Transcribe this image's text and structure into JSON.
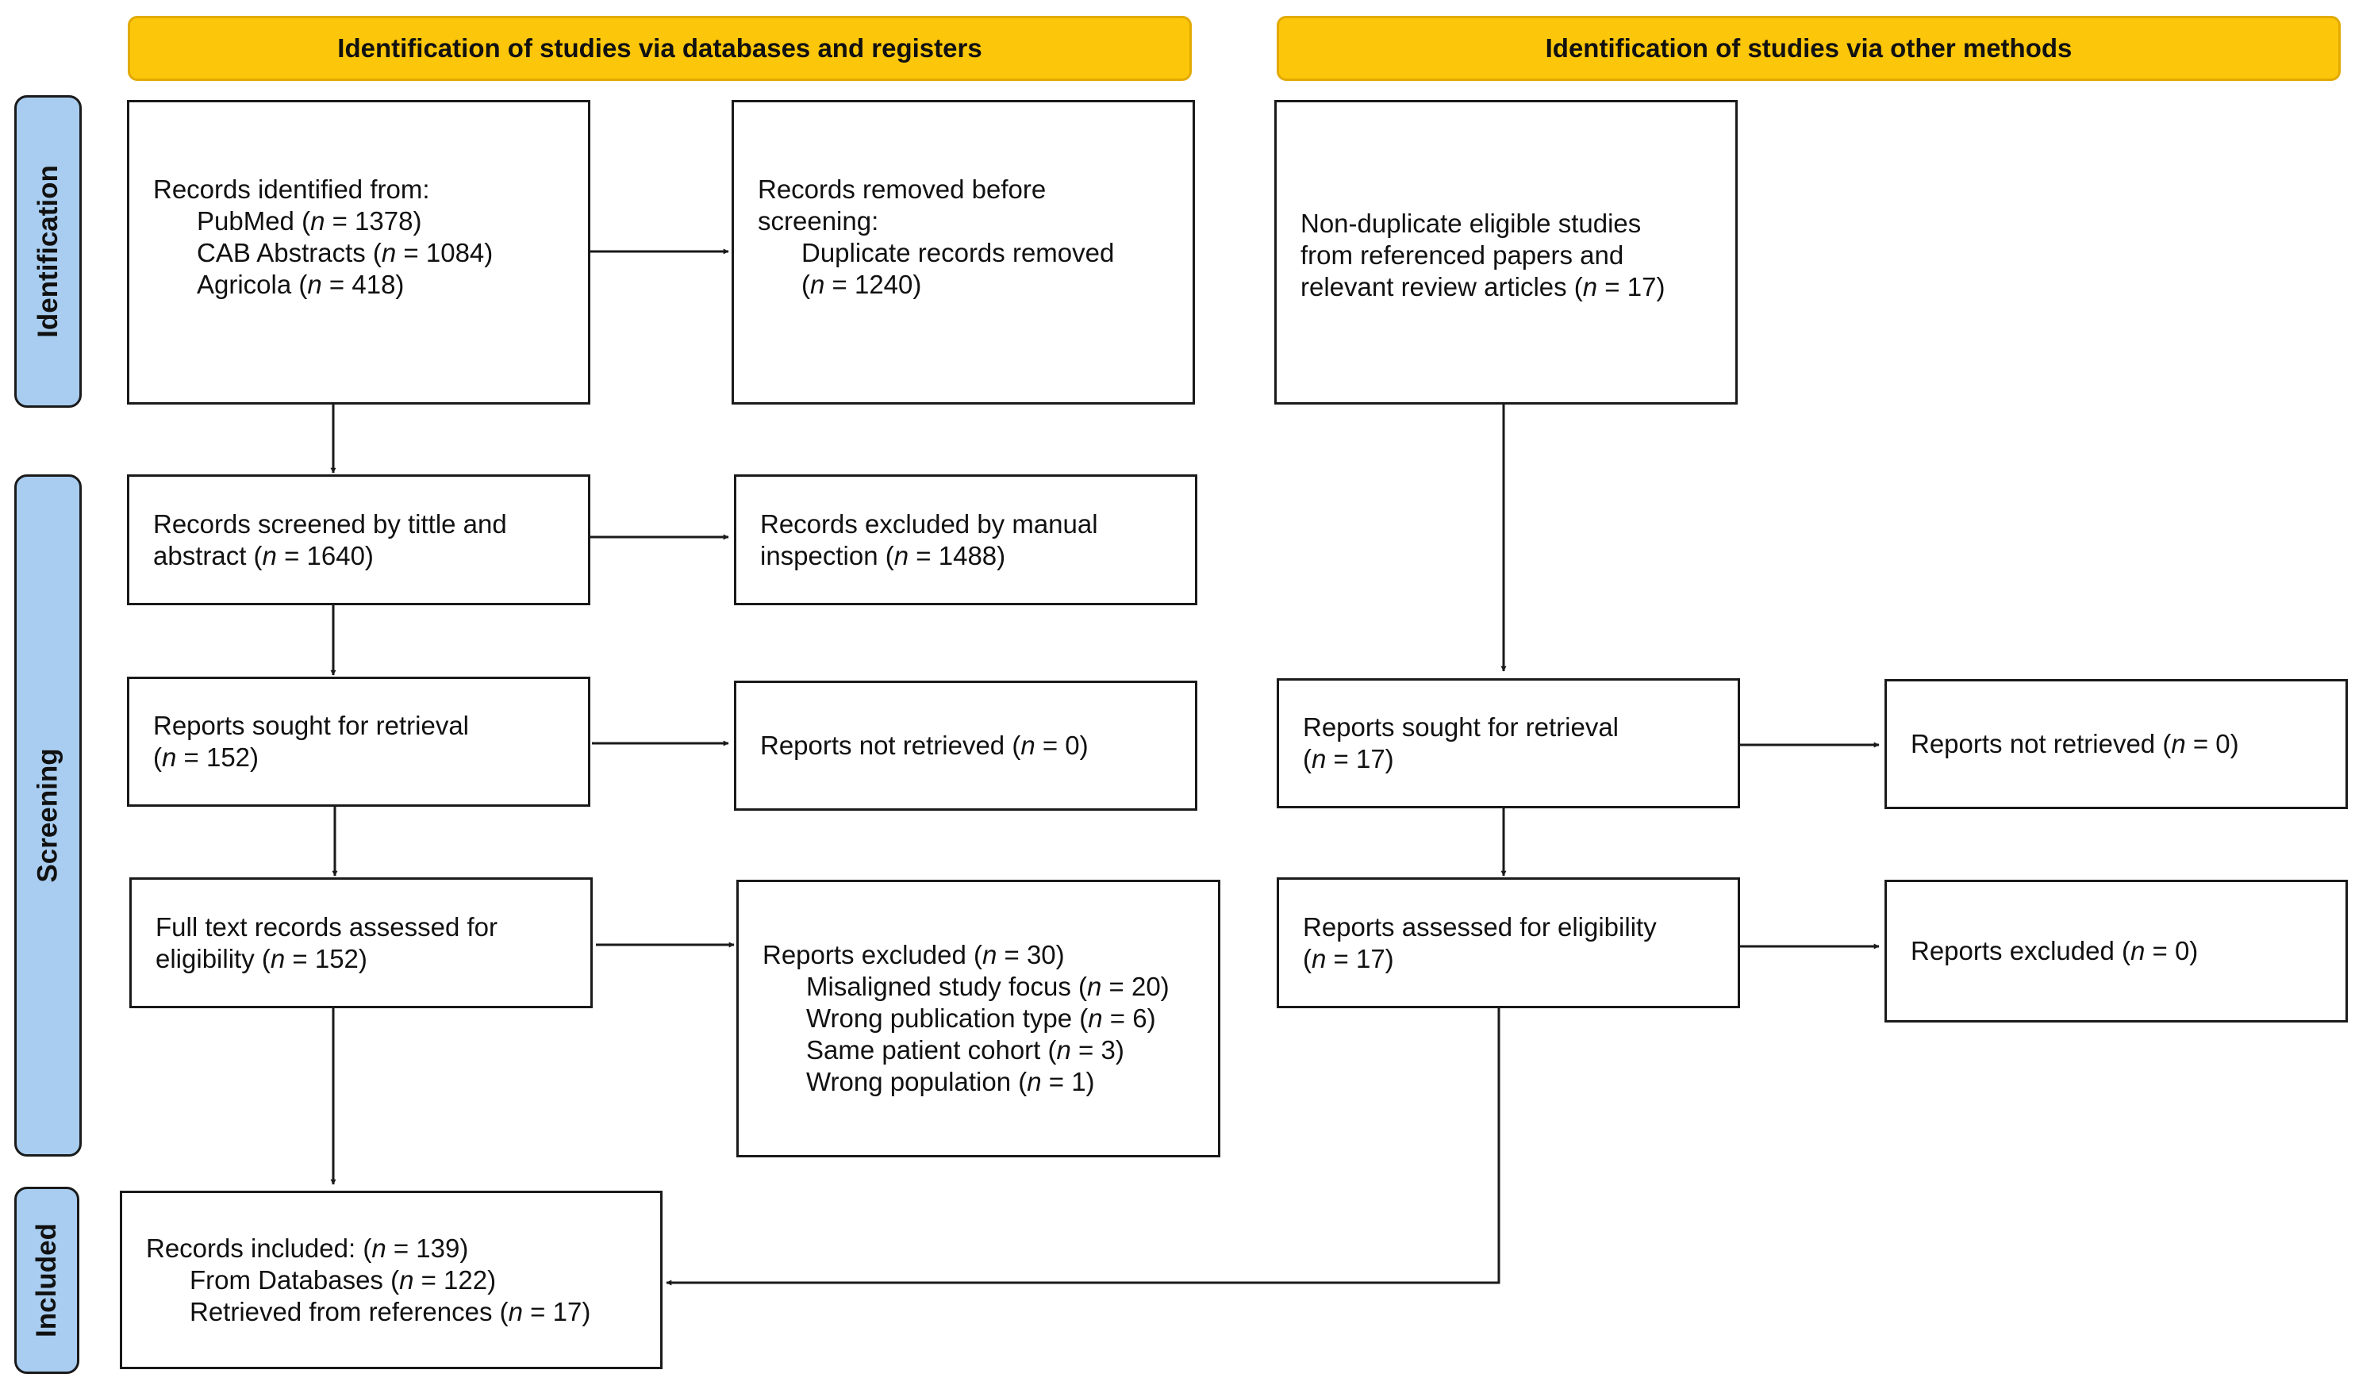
{
  "headers": {
    "databases": "Identification of studies via databases and registers",
    "other": "Identification of studies via other methods"
  },
  "phases": {
    "identification": "Identification",
    "screening": "Screening",
    "included": "Included"
  },
  "colors": {
    "header_fill": "#fcc60a",
    "phase_fill": "#a8cdf0",
    "box_border": "#1a1a1a"
  },
  "boxes": {
    "records_identified": [
      {
        "text": "Records identified from:",
        "indent": false
      },
      {
        "pre": "PubMed (",
        "n": "n",
        "post": " = 1378)",
        "indent": true
      },
      {
        "pre": "CAB Abstracts (",
        "n": "n",
        "post": " = 1084)",
        "indent": true
      },
      {
        "pre": "Agricola (",
        "n": "n",
        "post": " = 418)",
        "indent": true
      }
    ],
    "records_removed": [
      {
        "text": "Records removed before",
        "indent": false
      },
      {
        "text": "screening:",
        "indent": false
      },
      {
        "text": "Duplicate records removed",
        "indent": true
      },
      {
        "pre": "(",
        "n": "n",
        "post": " = 1240)",
        "indent": true
      }
    ],
    "other_eligible": [
      {
        "text": "Non-duplicate eligible studies",
        "indent": false
      },
      {
        "text": "from referenced papers and",
        "indent": false
      },
      {
        "pre": "relevant review articles (",
        "n": "n",
        "post": " = 17)",
        "indent": false
      }
    ],
    "records_screened": [
      {
        "text": "Records screened by tittle and",
        "indent": false
      },
      {
        "pre": "abstract (",
        "n": "n",
        "post": " = 1640)",
        "indent": false
      }
    ],
    "records_excluded": [
      {
        "text": "Records excluded by manual",
        "indent": false
      },
      {
        "pre": "inspection (",
        "n": "n",
        "post": " = 1488)",
        "indent": false
      }
    ],
    "reports_sought_db": [
      {
        "text": "Reports sought for retrieval",
        "indent": false
      },
      {
        "pre": "(",
        "n": "n",
        "post": " = 152)",
        "indent": false
      }
    ],
    "reports_not_retrieved_db": [
      {
        "pre": "Reports not retrieved (",
        "n": "n",
        "post": " = 0)",
        "indent": false
      }
    ],
    "reports_sought_other": [
      {
        "text": "Reports sought for retrieval",
        "indent": false
      },
      {
        "pre": "(",
        "n": "n",
        "post": " = 17)",
        "indent": false
      }
    ],
    "reports_not_retrieved_other": [
      {
        "pre": "Reports not retrieved (",
        "n": "n",
        "post": " = 0)",
        "indent": false
      }
    ],
    "fulltext_assessed": [
      {
        "text": "Full text records assessed for",
        "indent": false
      },
      {
        "pre": "eligibility (",
        "n": "n",
        "post": " = 152)",
        "indent": false
      }
    ],
    "reports_excluded_db": [
      {
        "pre": "Reports excluded (",
        "n": "n",
        "post": " = 30)",
        "indent": false
      },
      {
        "pre": "Misaligned study focus (",
        "n": "n",
        "post": " = 20)",
        "indent": true
      },
      {
        "pre": "Wrong publication type (",
        "n": "n",
        "post": " = 6)",
        "indent": true
      },
      {
        "pre": "Same patient cohort (",
        "n": "n",
        "post": " = 3)",
        "indent": true
      },
      {
        "pre": "Wrong population (",
        "n": "n",
        "post": " = 1)",
        "indent": true
      }
    ],
    "reports_assessed_other": [
      {
        "text": "Reports assessed for eligibility",
        "indent": false
      },
      {
        "pre": "(",
        "n": "n",
        "post": " = 17)",
        "indent": false
      }
    ],
    "reports_excluded_other": [
      {
        "pre": "Reports excluded (",
        "n": "n",
        "post": " = 0)",
        "indent": false
      }
    ],
    "records_included": [
      {
        "pre": "Records included: (",
        "n": "n",
        "post": " = 139)",
        "indent": false
      },
      {
        "pre": "From Databases (",
        "n": "n",
        "post": " = 122)",
        "indent": true
      },
      {
        "pre": "Retrieved from references (",
        "n": "n",
        "post": " = 17)",
        "indent": true
      }
    ]
  }
}
